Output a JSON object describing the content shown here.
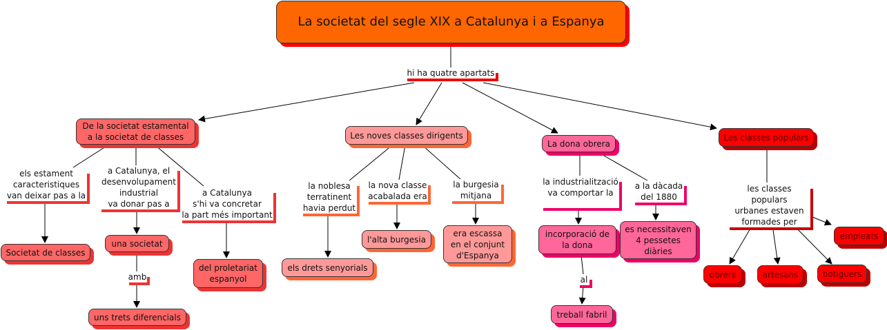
{
  "title": "La societat del segle XIX a Catalunya i a Espanya",
  "links": {
    "main": "hi ha quatre apartats",
    "l1": "els estament\ncaracteristiques\nvan deixar pas a la",
    "l2": "a Catalunya, el\ndesenvolupament\nindustrial\nva donar pas a",
    "l3": "a Catalunya\ns'hi va concretar\nla part més important",
    "amb": "amb",
    "l4": "la noblesa\nterratinent\nhavia perdut",
    "l5": "la nova classe\nacabalada era",
    "l6": "la burgesia\nmitjana",
    "l7": "la industrialització\nva comportar la",
    "al": "al",
    "l8": "a la dàcada\ndel 1880",
    "l9": "les classes populars\nurbanes estaven\nformades per"
  },
  "concepts": {
    "s1": "De la societat estamental\na la societat de classes",
    "s2": "Les noves classes dirigents",
    "s3": "La dona obrera",
    "s4": "Les classes populars",
    "societat_classes": "Societat de classes",
    "una_societat": "una societat",
    "trets": "uns trets diferencials",
    "proletariat": "del proletariat\nespanyol",
    "drets": "els drets senyorials",
    "alta": "l'alta burgesia",
    "escassa": "era escassa\nen el conjunt\nd'Espanya",
    "incorporacio": "incorporació de\nla dona",
    "treball": "treball fabril",
    "pessetes": "es necessitaven\n4 pessetes\ndiàries",
    "empleats": "empleats",
    "obrers": "obrers",
    "artesans": "artesans",
    "botiguers": "botiguers"
  },
  "colors": {
    "root": "#ff6600",
    "s1": "#ff6666",
    "s2": "#ff9999",
    "s3": "#ff6699",
    "s4": "#ff0000"
  }
}
